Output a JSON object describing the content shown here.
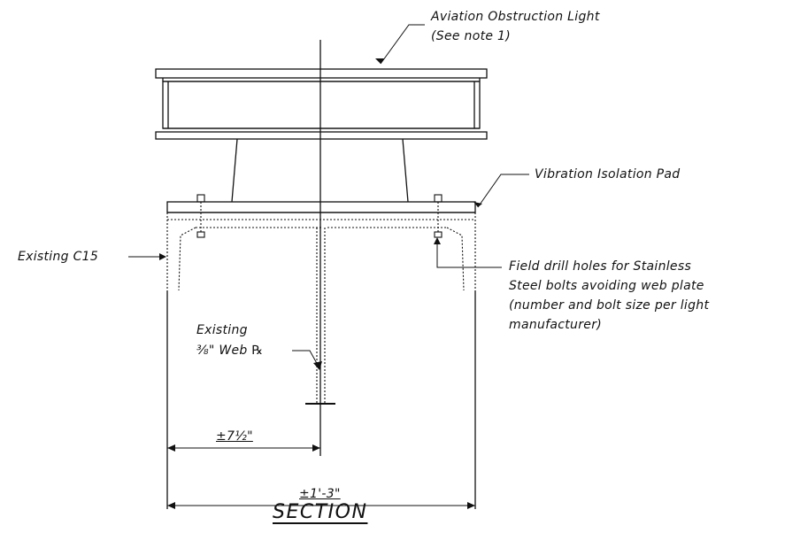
{
  "labels": {
    "light_line1": "Aviation Obstruction Light",
    "light_line2": "(See note 1)",
    "pad": "Vibration Isolation Pad",
    "channel": "Existing C15",
    "drill_line1": "Field drill holes for Stainless",
    "drill_line2": "Steel bolts avoiding web plate",
    "drill_line3": "(number and bolt size per light",
    "drill_line4": "manufacturer)",
    "web_line1": "Existing",
    "web_line2": "⅜\" Web ℞",
    "dim_half": "±7½\"",
    "dim_full": "±1'-3\"",
    "title": "SECTION"
  }
}
